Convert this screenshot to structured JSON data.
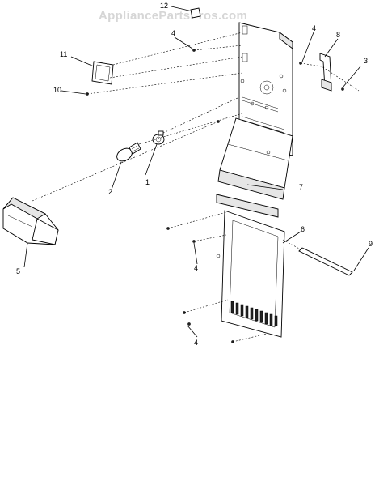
{
  "watermark": "AppliancePartsPros.com",
  "callouts": {
    "c1": "1",
    "c2": "2",
    "c3": "3",
    "c4a": "4",
    "c4b": "4",
    "c4c": "4",
    "c4d": "4",
    "c5": "5",
    "c6": "6",
    "c7": "7",
    "c8": "8",
    "c9": "9",
    "c10": "10",
    "c11": "11",
    "c12": "12"
  }
}
